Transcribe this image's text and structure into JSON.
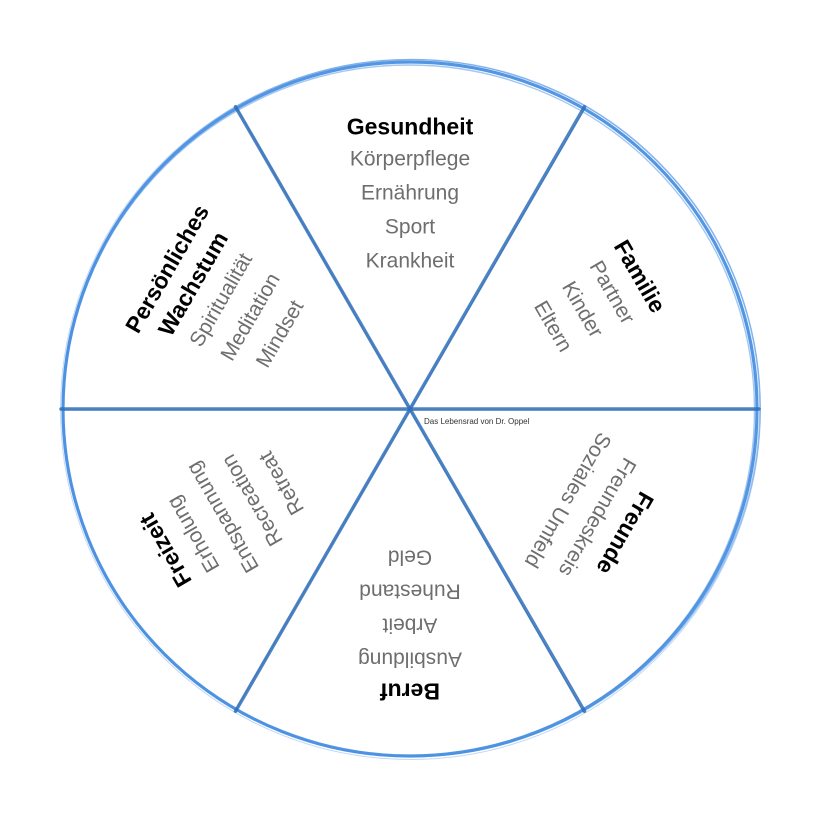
{
  "credit": "Das Lebensrad von Dr. Oppel",
  "colors": {
    "rim": "#4a90e2",
    "spoke": "#2f6fb8",
    "title": "#000000",
    "item": "#6e6e6e"
  },
  "segments": [
    {
      "title_lines": [
        "Gesundheit"
      ],
      "items": [
        "Körperpflege",
        "Ernährung",
        "Sport",
        "Krankheit"
      ]
    },
    {
      "title_lines": [
        "Familie"
      ],
      "items": [
        "Partner",
        "Kinder",
        "Eltern"
      ]
    },
    {
      "title_lines": [
        "Freunde"
      ],
      "items": [
        "Freundeskreis",
        "Soziales Umfeld"
      ]
    },
    {
      "title_lines": [
        "Beruf"
      ],
      "items": [
        "Ausbildung",
        "Arbeit",
        "Ruhestand",
        "Geld"
      ]
    },
    {
      "title_lines": [
        "Freizeit"
      ],
      "items": [
        "Erholung",
        "Entspannung",
        "Recreation",
        "Retreat"
      ]
    },
    {
      "title_lines": [
        "Persönliches",
        "Wachstum"
      ],
      "items": [
        "Spiritualität",
        "Meditation",
        "Mindset"
      ]
    }
  ]
}
